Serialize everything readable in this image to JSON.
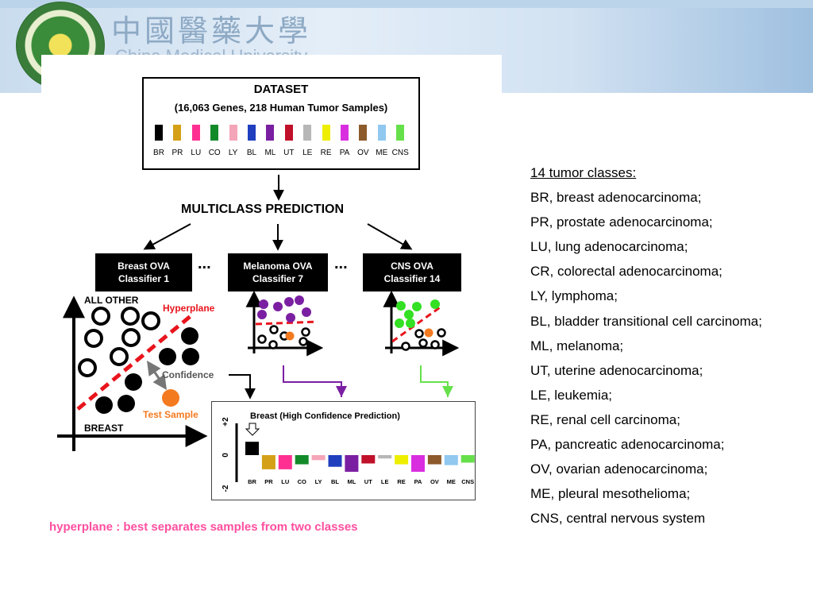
{
  "header": {
    "title_cn": "中國醫藥大學",
    "subtitle_en": "China Medical University"
  },
  "dataset": {
    "title": "DATASET",
    "subtitle": "(16,063 Genes, 218 Human Tumor Samples)",
    "classes": [
      {
        "code": "BR",
        "color": "#000000"
      },
      {
        "code": "PR",
        "color": "#d4a017"
      },
      {
        "code": "LU",
        "color": "#ff2f92"
      },
      {
        "code": "CO",
        "color": "#138a2a"
      },
      {
        "code": "LY",
        "color": "#f5a5b8"
      },
      {
        "code": "BL",
        "color": "#1f3fbf"
      },
      {
        "code": "ML",
        "color": "#7b1fa2"
      },
      {
        "code": "UT",
        "color": "#c0102a"
      },
      {
        "code": "LE",
        "color": "#b7b7b7"
      },
      {
        "code": "RE",
        "color": "#eeee00"
      },
      {
        "code": "PA",
        "color": "#d92ee0"
      },
      {
        "code": "OV",
        "color": "#8c5a2b"
      },
      {
        "code": "ME",
        "color": "#90c8f0"
      },
      {
        "code": "CNS",
        "color": "#66e04a"
      }
    ]
  },
  "prediction": {
    "title": "MULTICLASS PREDICTION",
    "ellipsis": "...",
    "classifiers": [
      {
        "line1": "Breast OVA",
        "line2": "Classifier 1"
      },
      {
        "line1": "Melanoma OVA",
        "line2": "Classifier 7"
      },
      {
        "line1": "CNS OVA",
        "line2": "Classifier 14"
      }
    ]
  },
  "scatter": {
    "all_other": "ALL OTHER",
    "breast": "BREAST",
    "hyperplane": "Hyperplane",
    "confidence": "Confidence",
    "test_sample": "Test Sample"
  },
  "chart_data": {
    "type": "bar",
    "title": "Breast (High Confidence Prediction)",
    "categories": [
      "BR",
      "PR",
      "LU",
      "CO",
      "LY",
      "BL",
      "ML",
      "UT",
      "LE",
      "RE",
      "PA",
      "OV",
      "ME",
      "CNS"
    ],
    "values": [
      0.8,
      -0.85,
      -0.85,
      -0.55,
      -0.3,
      -0.7,
      -1.0,
      -0.5,
      -0.2,
      -0.55,
      -1.0,
      -0.55,
      -0.6,
      -0.45
    ],
    "colors": [
      "#000000",
      "#d4a017",
      "#ff2f92",
      "#138a2a",
      "#f5a5b8",
      "#1f3fbf",
      "#7b1fa2",
      "#c0102a",
      "#b7b7b7",
      "#eeee00",
      "#d92ee0",
      "#8c5a2b",
      "#90c8f0",
      "#66e04a"
    ],
    "yticks": [
      "+2",
      "0",
      "-2"
    ],
    "ylim": [
      -2,
      2
    ]
  },
  "legend": {
    "heading": "14 tumor classes:",
    "items": [
      "BR, breast adenocarcinoma;",
      "PR, prostate adenocarcinoma;",
      "LU, lung adenocarcinoma;",
      "CR, colorectal adenocarcinoma;",
      "LY, lymphoma;",
      "BL, bladder transitional cell carcinoma;",
      "ML, melanoma;",
      "UT, uterine adenocarcinoma;",
      "LE, leukemia;",
      "RE, renal cell carcinoma;",
      "PA, pancreatic adenocarcinoma;",
      "OV, ovarian adenocarcinoma;",
      "ME, pleural mesothelioma;",
      "CNS, central nervous system"
    ]
  },
  "footnote": "hyperplane : best separates samples from two classes"
}
